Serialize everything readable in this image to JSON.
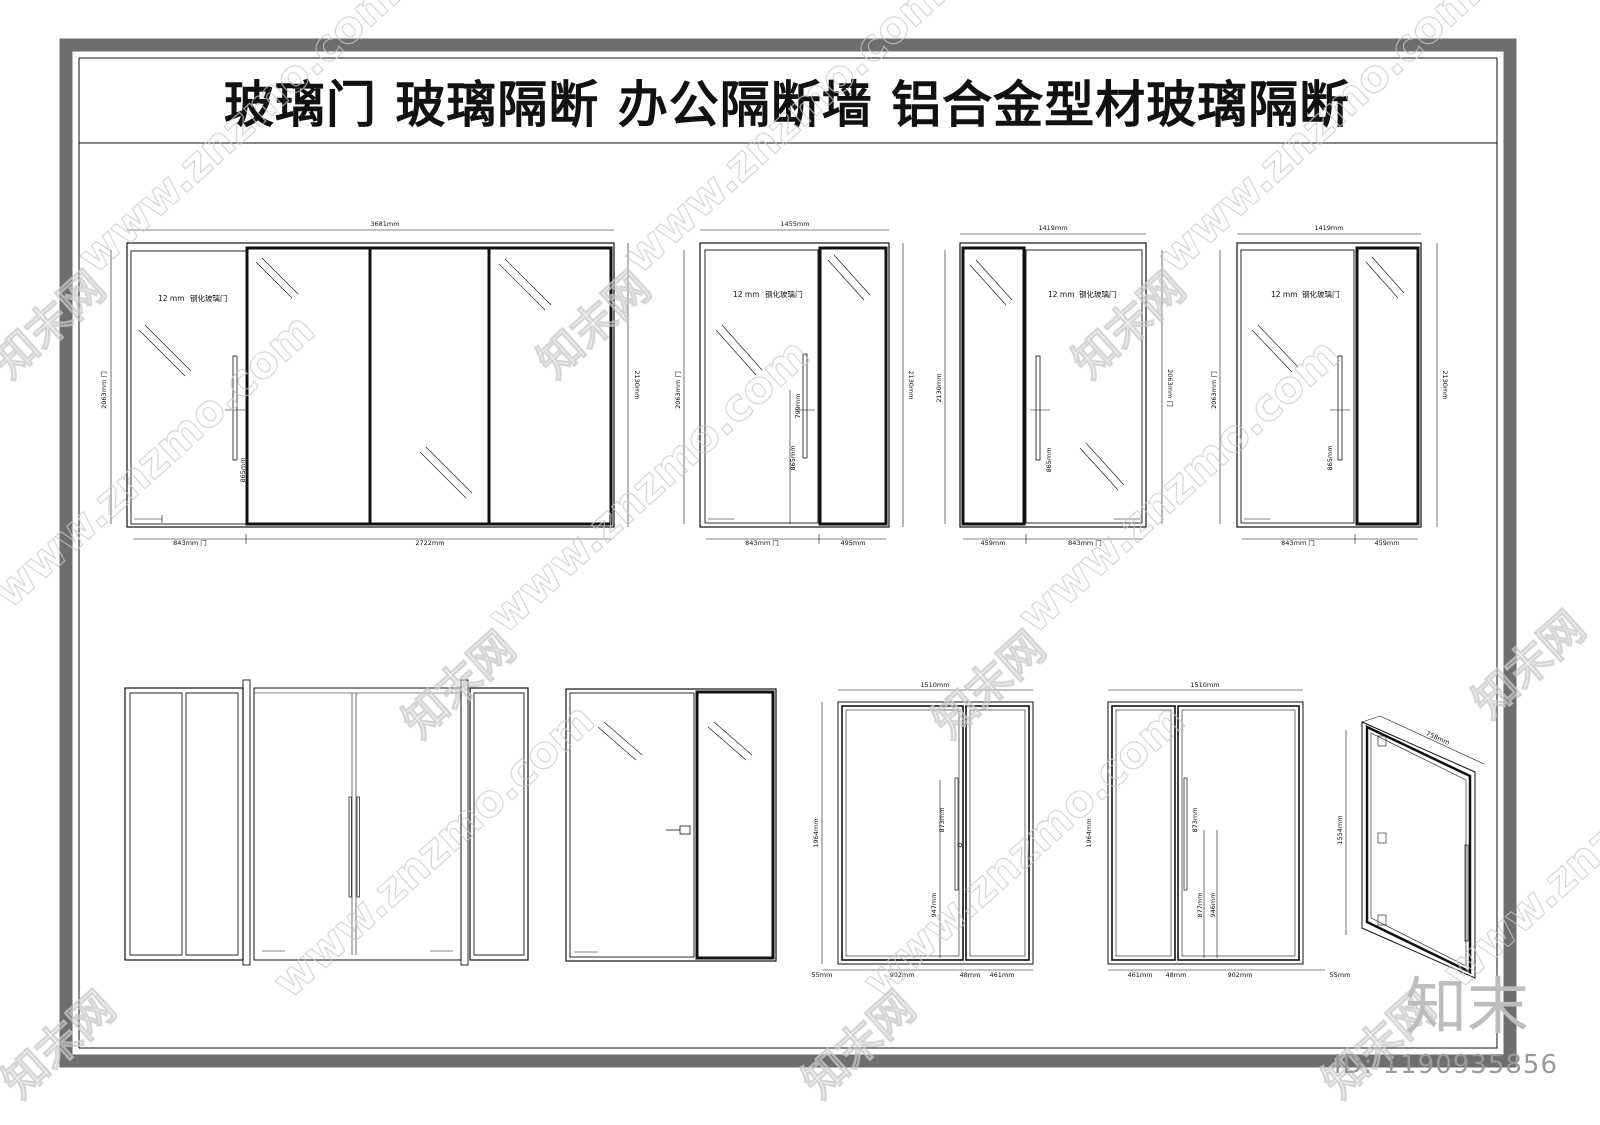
{
  "title": "玻璃门  玻璃隔断  办公隔断墙  铝合金型材玻璃隔断",
  "top_row": {
    "elev1": {
      "width": "3681mm",
      "height_left": "2063mm 门",
      "height_right": "2130mm",
      "label_thickness": "12 mm",
      "label_text": "钢化玻璃门",
      "handle_height": "865mm",
      "dim_door": "843mm 门",
      "dim_fixed": "2722mm"
    },
    "elev2": {
      "width": "1455mm",
      "height_left": "2063mm 门",
      "height_right": "2130mm",
      "label_thickness": "12 mm",
      "label_text": "钢化玻璃门",
      "handle_len": "799mm",
      "handle_height": "865mm",
      "dim_door": "843mm 门",
      "dim_fixed": "495mm"
    },
    "elev3": {
      "width": "1419mm",
      "height_left": "2130mm",
      "height_right": "2063mm 门",
      "label_thickness": "12 mm",
      "label_text": "钢化玻璃门",
      "handle_height": "865mm",
      "dim_fixed": "459mm",
      "dim_door": "843mm 门"
    },
    "elev4": {
      "width": "1419mm",
      "height_left": "2063mm 门",
      "height_right": "2130mm",
      "label_thickness": "12 mm",
      "label_text": "钢化玻璃门",
      "handle_height": "865mm",
      "dim_door": "843mm 门",
      "dim_fixed": "459mm"
    }
  },
  "bottom_row": {
    "elev7": {
      "width": "1510mm",
      "height": "1964mm",
      "handle_len": "873mm",
      "handle_height": "947mm",
      "dim_edge": "55mm",
      "dim_door": "902mm",
      "dim_mullion": "48mm",
      "dim_fixed": "461mm"
    },
    "elev8": {
      "width": "1510mm",
      "height": "1964mm",
      "handle_len": "873mm",
      "handle_height_a": "877mm",
      "handle_height_b": "946mm",
      "dim_fixed": "461mm",
      "dim_mullion": "48mm",
      "dim_door": "902mm",
      "dim_edge": "55mm"
    },
    "elev9": {
      "width": "758mm",
      "height": "1554mm"
    }
  },
  "watermark": {
    "cn": "知末网",
    "url": "www.znzmo.com",
    "logo": "知末",
    "id": "ID: 1190935856"
  }
}
